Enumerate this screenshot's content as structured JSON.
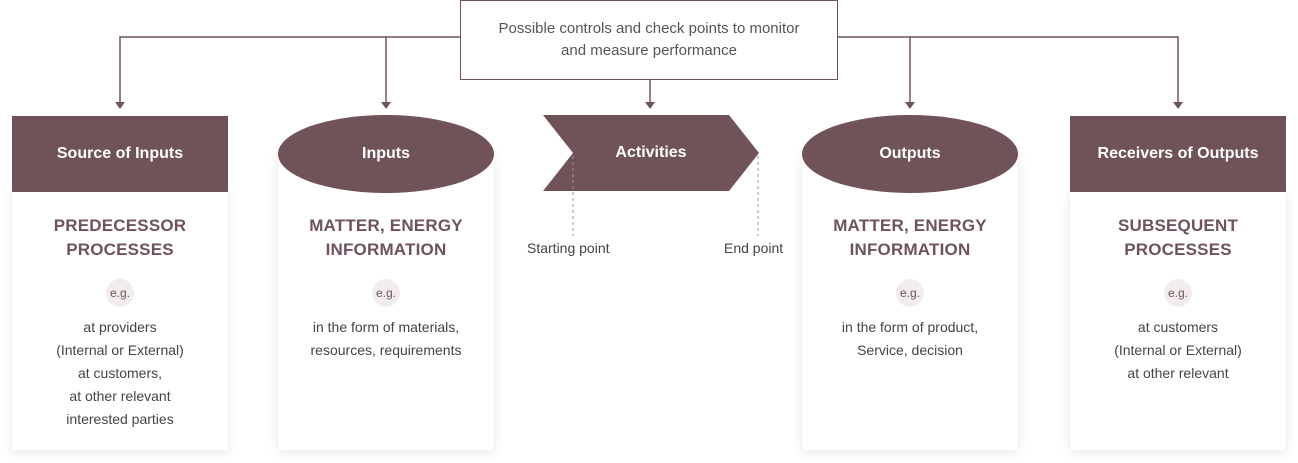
{
  "top_box": {
    "text": "Possible controls and check points to monitor and measure performance"
  },
  "activities": {
    "label": "Activities",
    "start_label": "Starting point",
    "end_label": "End point"
  },
  "columns": [
    {
      "header": "Source of Inputs",
      "title_lines": [
        "PREDECESSOR",
        "PROCESSES"
      ],
      "eg": "e.g.",
      "desc_lines": [
        "at providers",
        "(Internal or External)",
        "at customers,",
        "at other relevant",
        "interested parties"
      ]
    },
    {
      "header": "Inputs",
      "title_lines": [
        "MATTER, ENERGY",
        "INFORMATION"
      ],
      "eg": "e.g.",
      "desc_lines": [
        "in the form of materials,",
        "resources, requirements"
      ]
    },
    {
      "header": "Outputs",
      "title_lines": [
        "MATTER, ENERGY",
        "INFORMATION"
      ],
      "eg": "e.g.",
      "desc_lines": [
        "in the form of product,",
        "Service, decision"
      ]
    },
    {
      "header": "Receivers of Outputs",
      "title_lines": [
        "SUBSEQUENT",
        "PROCESSES"
      ],
      "eg": "e.g.",
      "desc_lines": [
        "at customers",
        "(Internal or External)",
        "at other relevant"
      ]
    }
  ],
  "colors": {
    "accent": "#6f5358",
    "eg_bg": "#f3eced",
    "text": "#444444"
  }
}
